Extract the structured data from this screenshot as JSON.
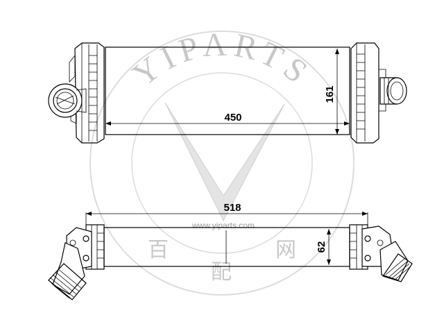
{
  "dimensions": {
    "top_length": "450",
    "top_height": "161",
    "bottom_length": "518",
    "bottom_thickness": "62"
  },
  "watermark": {
    "brand": "YIPARTS",
    "url": "www.yiparts.com",
    "chinese": [
      "百",
      "配",
      "网"
    ],
    "color": "#c8c8c8"
  }
}
